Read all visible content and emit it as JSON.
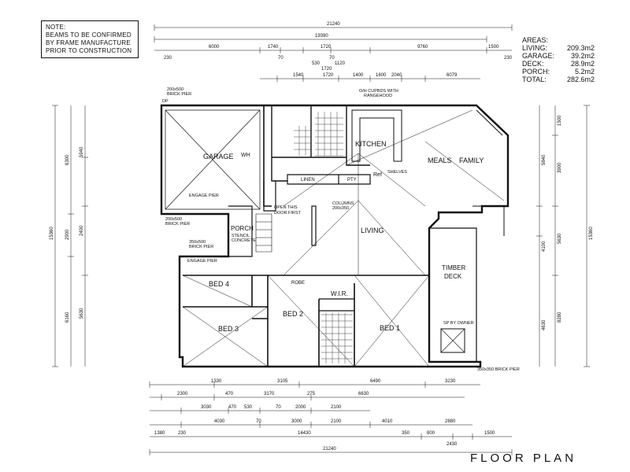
{
  "note": {
    "lines": [
      "NOTE:",
      "BEAMS TO BE CONFIRMED",
      "BY FRAME MANUFACTURE",
      "PRIOR TO CONSTRUCTION"
    ]
  },
  "areas": {
    "heading": "AREAS:",
    "rows": [
      {
        "label": "LIVING:",
        "value": "209.3m2"
      },
      {
        "label": "GARAGE:",
        "value": "39.2m2"
      },
      {
        "label": "DECK:",
        "value": "28.9m2"
      },
      {
        "label": "PORCH:",
        "value": "5.2m2"
      },
      {
        "label": "TOTAL:",
        "value": "282.6m2"
      }
    ]
  },
  "title": "FLOOR PLAN",
  "rooms": {
    "garage": "GARAGE",
    "kitchen": "KITCHEN",
    "meals": "MEALS",
    "family": "FAMILY",
    "living": "LIVING",
    "porch": "PORCH",
    "timber_deck_1": "TIMBER",
    "timber_deck_2": "DECK",
    "bed1": "BED 1",
    "bed2": "BED 2",
    "bed3": "BED 3",
    "bed4": "BED 4",
    "wir": "W.I.R.",
    "robe": "ROBE",
    "linen": "LINEN",
    "pty": "PTY",
    "wh": "WH",
    "ref": "Ref"
  },
  "annotations": {
    "engage_pier_1": "ENGAGE PIER",
    "engage_pier_2": "ENGAGE PIER",
    "open_door": "OPEN THIS",
    "open_door_2": "DOOR FIRST",
    "columns": "COLUMNS",
    "columns_size": "200x350",
    "brick_pier_1": "200x500",
    "brick_pier_1b": "BRICK PIER",
    "brick_pier_2": "200x500",
    "brick_pier_2b": "BRICK PIER",
    "brick_pier_3": "350x500",
    "brick_pier_3b": "BRICK PIER",
    "brick_pier_4": "350x350 BRICK PIER",
    "stencil": "STENCIL",
    "concrete": "CONCRETE",
    "cupboards": "O/H CUPBDS WITH",
    "rangehood": "RANGEHOOD",
    "shelves": "SHELVES",
    "sp_by_owner": "SP BY OWNER",
    "dp": "DP"
  },
  "dims": {
    "top_total": "21240",
    "top_second": "19390",
    "top_row3": [
      "6000",
      "1740",
      "1720",
      "9760",
      "1500"
    ],
    "top_row3b": [
      "230",
      "70",
      "70",
      "230"
    ],
    "top_row4": [
      "530",
      "1720",
      "1120"
    ],
    "top_row5": [
      "1540",
      "1720",
      "1400",
      "1600",
      "2040",
      "6079"
    ],
    "bottom_row1": [
      "1330",
      "3105",
      "6490",
      "3230"
    ],
    "bottom_row2": [
      "2300",
      "470",
      "3170",
      "275",
      "6630"
    ],
    "bottom_row3": [
      "3030",
      "470",
      "530",
      "70",
      "2000",
      "2100"
    ],
    "bottom_row4": [
      "4030",
      "70",
      "3000",
      "2100",
      "4010",
      "2880"
    ],
    "bottom_row5": [
      "1380",
      "230",
      "14430",
      "350",
      "2430",
      "800",
      "1500"
    ],
    "bottom_total": "21240",
    "left_total": "15360",
    "right_total": "15360",
    "left_a": [
      "6300",
      "2900",
      "6160"
    ],
    "left_b": [
      "5940",
      "2400",
      "5630"
    ],
    "right_a": [
      "1500",
      "3900",
      "5630",
      "8280"
    ],
    "right_b": [
      "5840",
      "4100",
      "4630"
    ]
  }
}
